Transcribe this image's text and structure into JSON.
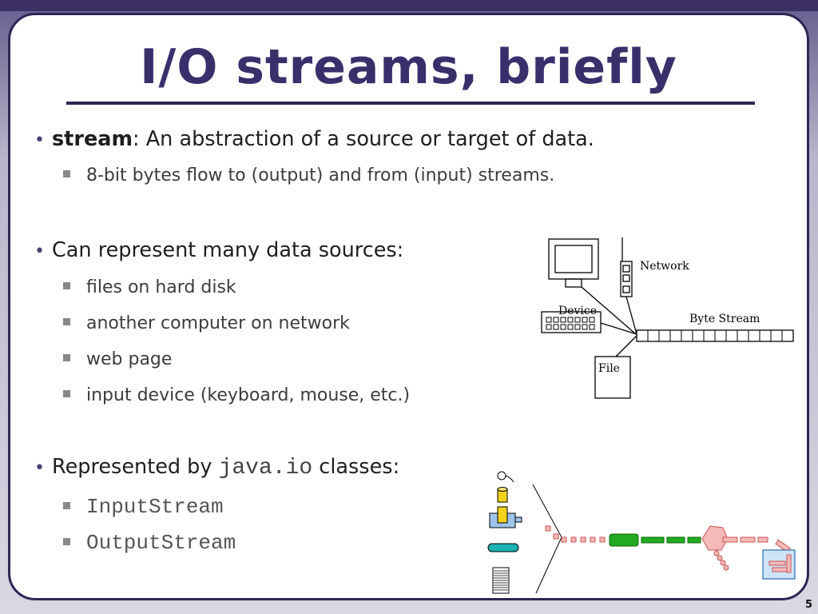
{
  "slide": {
    "title": "I/O streams, briefly",
    "page_number": "5"
  },
  "bullets": {
    "b1": {
      "term": "stream",
      "rest": ": An abstraction of a source or target of data."
    },
    "b1_sub": "8-bit bytes flow to (output) and from (input) streams.",
    "b2": "Can represent many data sources:",
    "b2_subs": [
      "files on hard disk",
      "another computer on network",
      "web page",
      "input device (keyboard, mouse, etc.)"
    ],
    "b3": {
      "pre": "Represented by ",
      "code": "java.io",
      "post": " classes:"
    },
    "b3_subs": [
      "InputStream",
      "OutputStream"
    ]
  },
  "diagram1": {
    "network_label": "Network",
    "device_label": "Device",
    "file_label": "File",
    "byte_stream_label": "Byte  Stream"
  }
}
